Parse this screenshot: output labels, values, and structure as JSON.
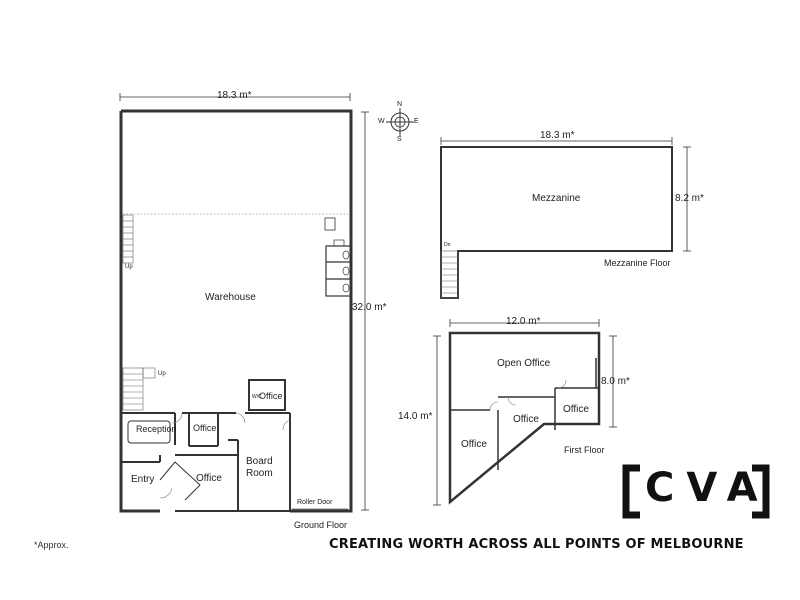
{
  "ground_floor": {
    "width_dim": "18.3 m*",
    "height_dim": "32.0 m*",
    "label": "Ground Floor",
    "rooms": {
      "warehouse": "Warehouse",
      "reception": "Reception",
      "office_small": "Office",
      "office_upper": "Office",
      "office_lower": "Office",
      "board_room_1": "Board",
      "board_room_2": "Room",
      "entry": "Entry",
      "roller_door": "Roller Door"
    },
    "up_left": "Up",
    "up_stair": "Up",
    "wc": "W/C"
  },
  "compass": {
    "n": "N",
    "s": "S",
    "e": "E",
    "w": "W"
  },
  "mezzanine": {
    "width_dim": "18.3 m*",
    "height_dim": "8.2 m*",
    "room": "Mezzanine",
    "label": "Mezzanine Floor",
    "dn": "Dn"
  },
  "first_floor": {
    "width_dim": "12.0 m*",
    "right_dim": "8.0 m*",
    "left_dim": "14.0 m*",
    "label": "First Floor",
    "rooms": {
      "open_office": "Open Office",
      "office_right": "Office",
      "office_mid": "Office",
      "office_left": "Office"
    }
  },
  "footer": {
    "approx": "*Approx.",
    "tagline": "CREATING WORTH ACROSS ALL POINTS OF MELBOURNE"
  },
  "logo": {
    "text": "CVA"
  }
}
